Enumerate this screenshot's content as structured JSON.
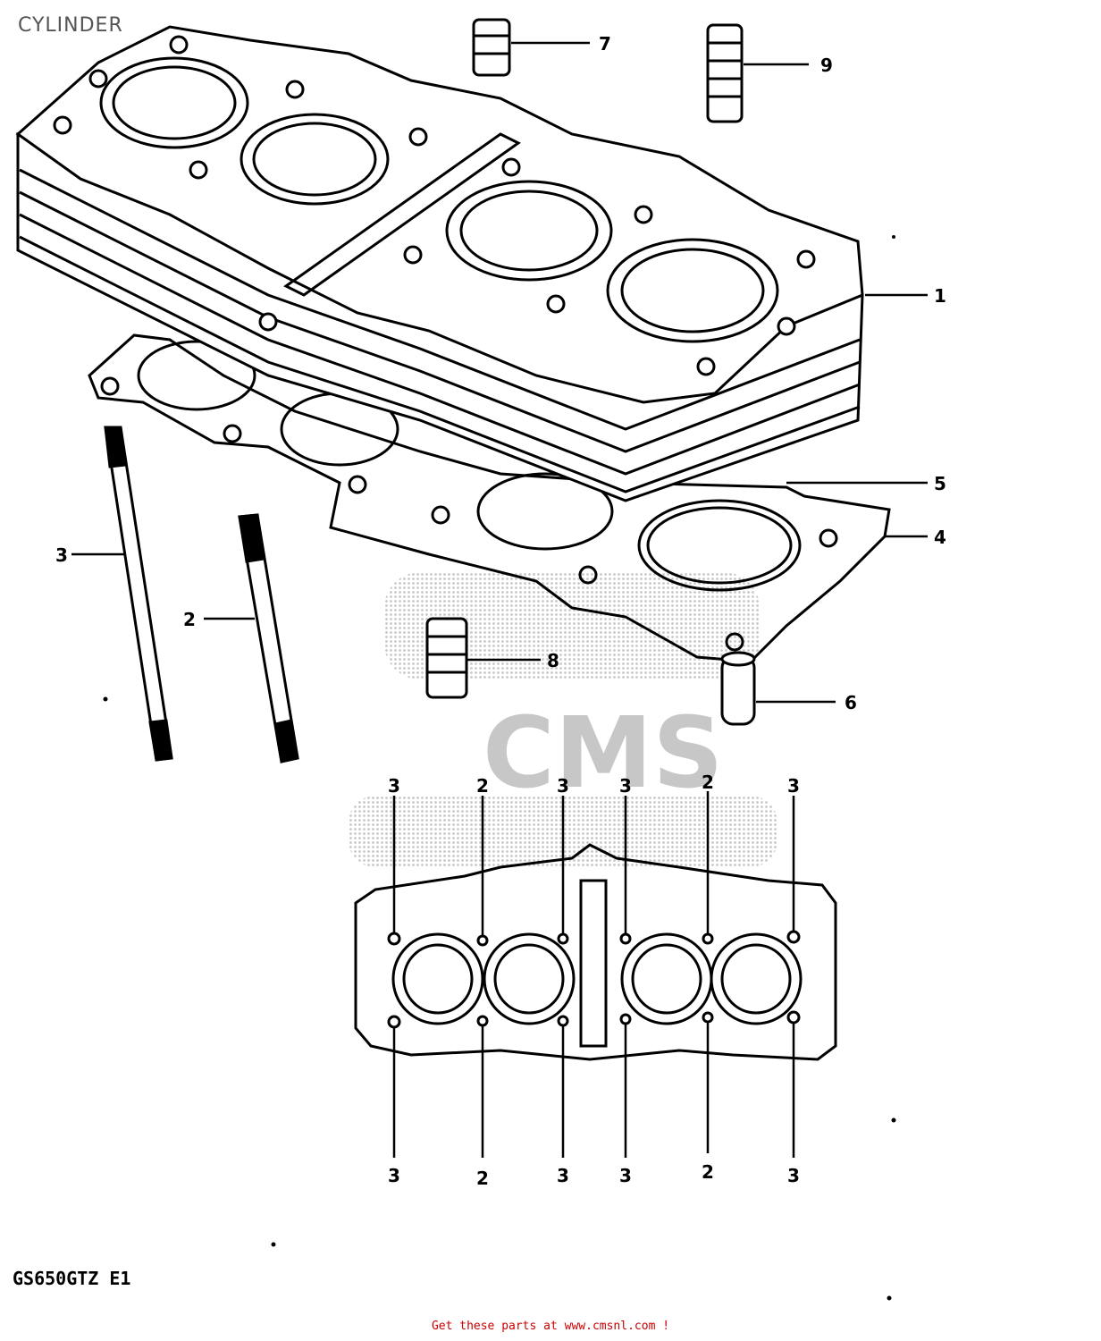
{
  "title": "CYLINDER",
  "model_code": "GS650GTZ E1",
  "footer_link": "Get these parts at www.cmsnl.com !",
  "watermark": {
    "text": "CMS"
  },
  "callouts": [
    {
      "id": "c1",
      "label": "1",
      "part": "cylinder-block"
    },
    {
      "id": "c2",
      "label": "2",
      "part": "stud-short"
    },
    {
      "id": "c3",
      "label": "3",
      "part": "stud-long"
    },
    {
      "id": "c4",
      "label": "4",
      "part": "base-gasket"
    },
    {
      "id": "c5",
      "label": "5",
      "part": "o-ring"
    },
    {
      "id": "c6",
      "label": "6",
      "part": "dowel-pin"
    },
    {
      "id": "c7",
      "label": "7",
      "part": "spacer-7"
    },
    {
      "id": "c8",
      "label": "8",
      "part": "spacer-8"
    },
    {
      "id": "c9",
      "label": "9",
      "part": "spacer-9"
    }
  ],
  "plan_callouts": {
    "top": [
      "3",
      "2",
      "3",
      "3",
      "2",
      "3"
    ],
    "bottom": [
      "3",
      "2",
      "3",
      "3",
      "2",
      "3"
    ]
  },
  "colors": {
    "line": "#000000",
    "footer": "#cc0000",
    "watermark": "#9a9a9a"
  }
}
